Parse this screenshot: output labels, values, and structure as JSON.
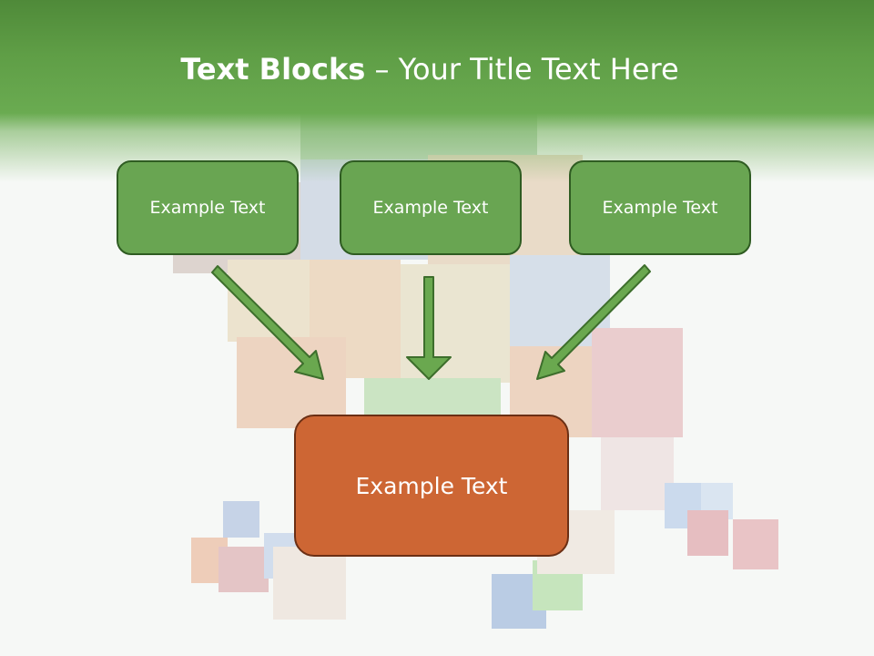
{
  "title": {
    "bold": "Text Blocks",
    "rest": " – Your Title Text Here"
  },
  "boxes": [
    {
      "label": "Example Text"
    },
    {
      "label": "Example Text"
    },
    {
      "label": "Example Text"
    }
  ],
  "main_box": {
    "label": "Example Text"
  },
  "colors": {
    "header_green": "#5f9e46",
    "box_green": "#69a552",
    "box_border": "#2f5c22",
    "main_box": "#cd6634",
    "arrow_fill": "#6aa84f",
    "arrow_stroke": "#3d6e2c"
  }
}
